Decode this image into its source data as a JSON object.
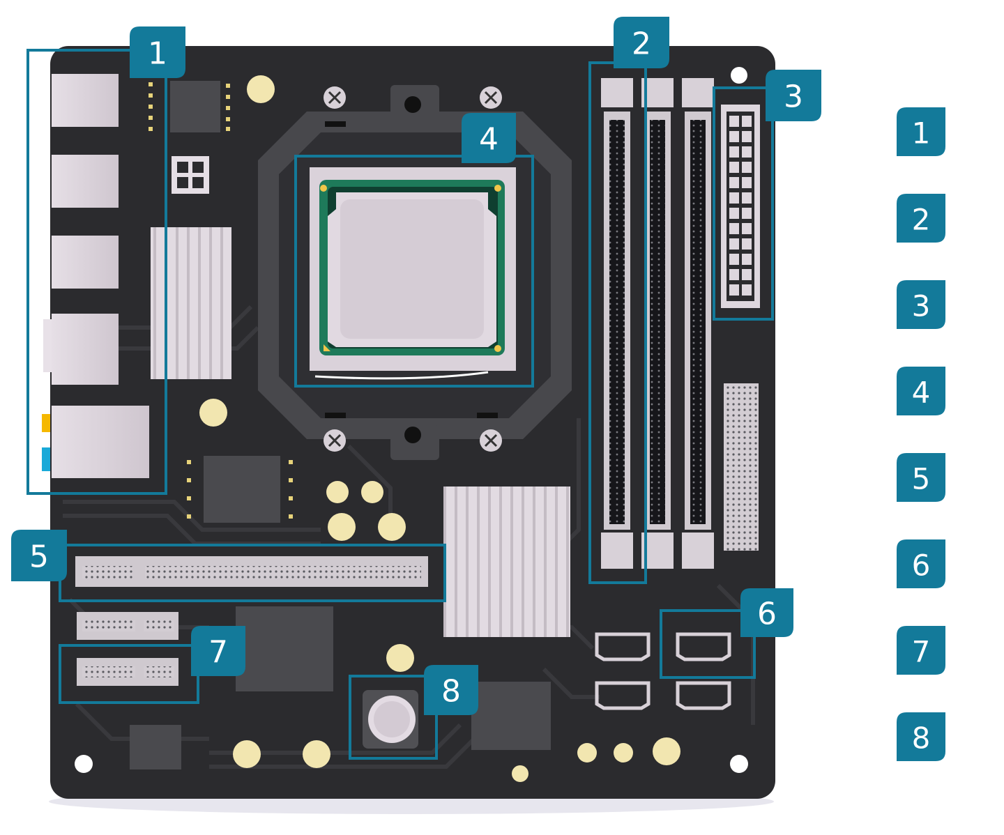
{
  "colors": {
    "board": "#2b2b2e",
    "board_edge": "#3a3a3e",
    "trace": "#38383c",
    "socket": "#49494d",
    "metal": "#d9d2d9",
    "metal_shade": "#b6aeb6",
    "chip": "#4a4a4e",
    "accent": "#137a9a",
    "gold": "#f2e6b0",
    "pcb_green": "#1e7a5a",
    "slot": "#c9c4c9"
  },
  "callouts": [
    {
      "label": "1",
      "component": "io-ports"
    },
    {
      "label": "2",
      "component": "ram-slots"
    },
    {
      "label": "3",
      "component": "power-connector"
    },
    {
      "label": "4",
      "component": "cpu"
    },
    {
      "label": "5",
      "component": "pcie-x16-slot"
    },
    {
      "label": "6",
      "component": "sata-ports"
    },
    {
      "label": "7",
      "component": "pcie-x1-slot"
    },
    {
      "label": "8",
      "component": "cmos-battery"
    }
  ],
  "legend": {
    "items": [
      "1",
      "2",
      "3",
      "4",
      "5",
      "6",
      "7",
      "8"
    ]
  }
}
